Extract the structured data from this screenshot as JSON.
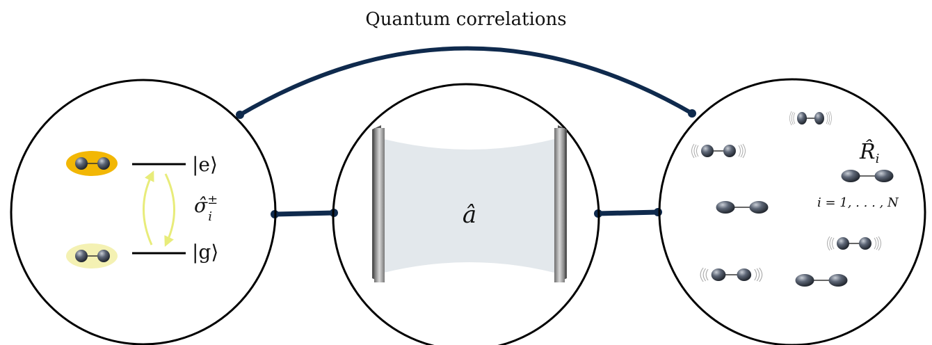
{
  "title": "Quantum correlations",
  "left_panel": {
    "excited_label": "|e⟩",
    "ground_label": "|g⟩",
    "operator_label": "σ̂",
    "operator_sup": "±",
    "operator_sub": "i"
  },
  "center_panel": {
    "field_label": "â"
  },
  "right_panel": {
    "operator_label": "R̂",
    "operator_sub": "i",
    "index_label": "i = 1, . . . , N"
  },
  "colors": {
    "link": "#0f2a4d",
    "excited_glow": "#f2b705",
    "ground_glow": "#f4f1b3",
    "arrow": "#e8ec7a",
    "cavity_field": "#e3e8ec"
  }
}
